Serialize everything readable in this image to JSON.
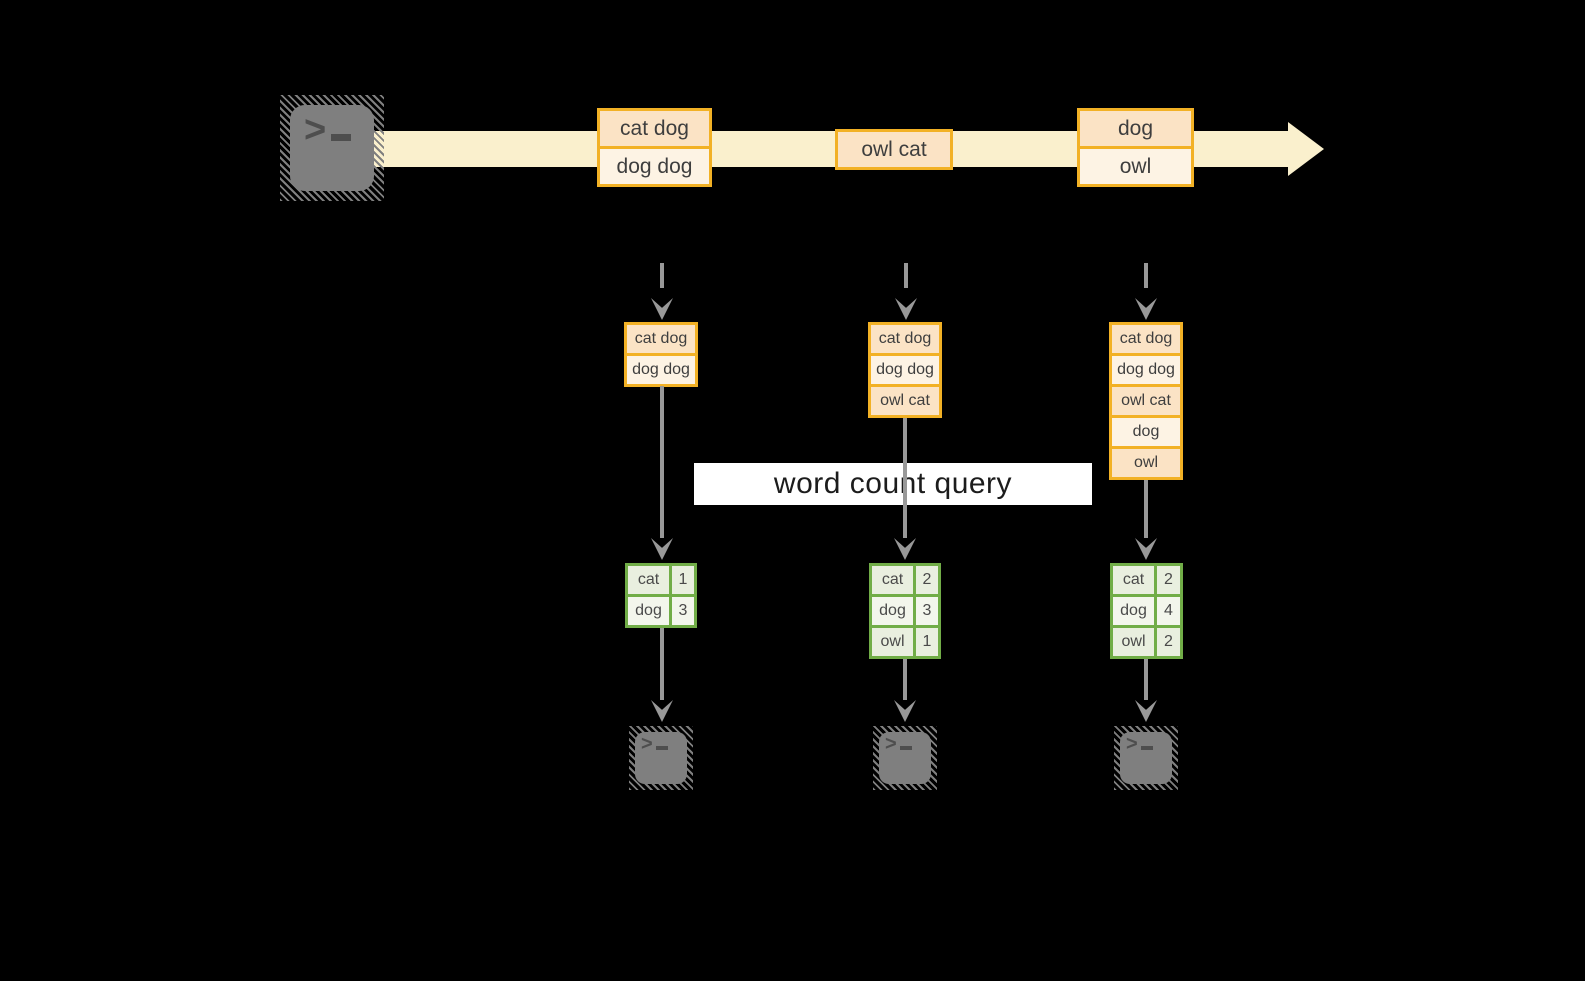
{
  "banner": {
    "label": "word count query"
  },
  "stream": {
    "events": [
      {
        "lines": [
          "cat dog",
          "dog dog"
        ]
      },
      {
        "lines": [
          "owl cat"
        ]
      },
      {
        "lines": [
          "dog",
          "owl"
        ]
      }
    ]
  },
  "columns": [
    {
      "buffer": [
        "cat dog",
        "dog dog"
      ],
      "counts": [
        {
          "word": "cat",
          "count": "1"
        },
        {
          "word": "dog",
          "count": "3"
        }
      ]
    },
    {
      "buffer": [
        "cat dog",
        "dog dog",
        "owl cat"
      ],
      "counts": [
        {
          "word": "cat",
          "count": "2"
        },
        {
          "word": "dog",
          "count": "3"
        },
        {
          "word": "owl",
          "count": "1"
        }
      ]
    },
    {
      "buffer": [
        "cat dog",
        "dog dog",
        "owl cat",
        "dog",
        "owl"
      ],
      "counts": [
        {
          "word": "cat",
          "count": "2"
        },
        {
          "word": "dog",
          "count": "4"
        },
        {
          "word": "owl",
          "count": "2"
        }
      ]
    }
  ],
  "icons": {
    "terminal_chevron": ">",
    "terminal_prompt": ">_",
    "stream_arrow": "right-arrow",
    "flow_arrow": "down-arrow"
  },
  "colors": {
    "background": "#000000",
    "stream_band": "#FAF0CD",
    "orange_border": "#F2B125",
    "cell_peach": "#FBE3C5",
    "cell_cream": "#FDF3E4",
    "green_border": "#71AD47",
    "green_cell_dark": "#E9EFDF",
    "green_cell_light": "#F3F6EC",
    "arrow_gray": "#989898",
    "terminal_gray": "#7F7F7F",
    "banner_bg": "#FFFFFF",
    "text_dark": "#3E3E3E"
  }
}
